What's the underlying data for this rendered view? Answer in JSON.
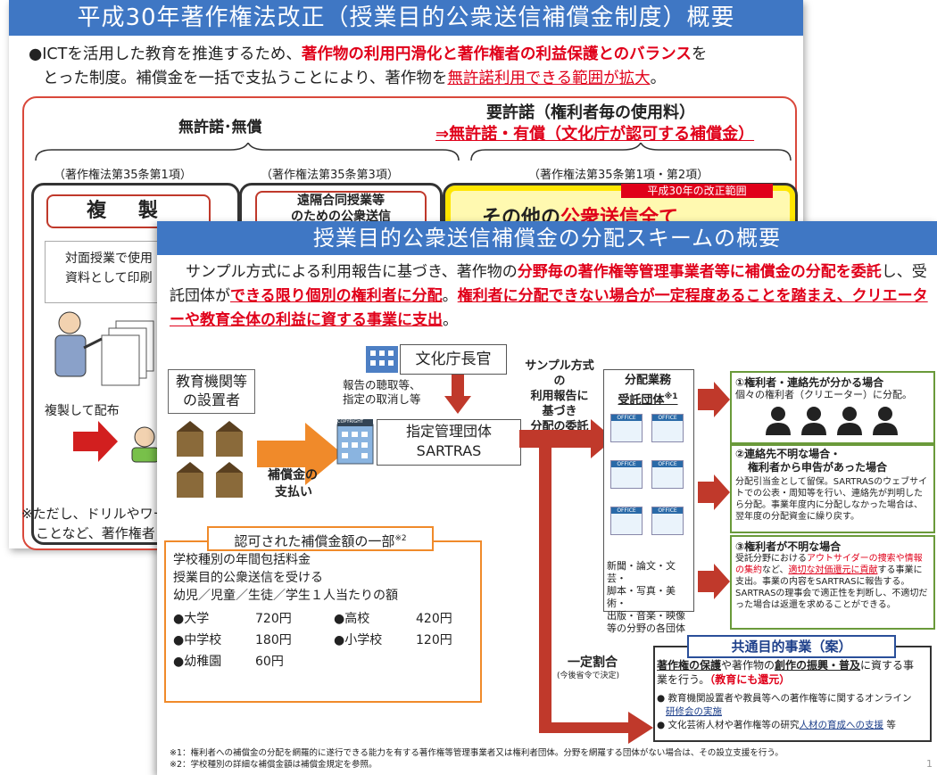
{
  "back": {
    "title": "平成30年著作権法改正（授業目的公衆送信補償金制度）概要",
    "intro_a": "●ICTを活用した教育を推進するため、",
    "intro_b": "著作物の利用円滑化と著作権者の利益保護とのバランス",
    "intro_c": "を",
    "intro_d": "とった制度。補償金を一括で支払うことにより、著作物を",
    "intro_e": "無許諾利用できる範囲が拡大",
    "intro_f": "。",
    "left_heading": "無許諾･無償",
    "right_heading": "要許諾（権利者毎の使用料）",
    "right_sub": "⇒無許諾・有償（文化庁が認可する補償金）",
    "ref1": "（著作権法第35条第1項）",
    "ref2": "（著作権法第35条第3項）",
    "ref3": "（著作権法第35条第1項・第2項）",
    "reform_label": "平成30年の改正範囲",
    "box1": "複 製",
    "box2a": "遠隔合同授業等",
    "box2b": "のための公衆送信",
    "box3a": "その他の",
    "box3b": "公衆送信全て",
    "usage_a": "対面授業で使用",
    "usage_b": "資料として印刷",
    "distribute": "複製して配布",
    "note_a": "※ただし、ドリルやワー",
    "note_b": "ことなど、著作権者"
  },
  "front": {
    "title": "授業目的公衆送信補償金の分配スキームの概要",
    "intro_1": "サンプル方式による利用報告に基づき、著作物の",
    "intro_2": "分野毎の著作権等管理事業者等に補償金の分配を委託",
    "intro_3": "し、受託団体が",
    "intro_4": "できる限り個別の権利者に分配",
    "intro_5": "。",
    "intro_6": "権利者に分配できない場合が一定程度あることを踏まえ、クリエーターや教育全体の利益に資する事業に支出",
    "intro_7": "。",
    "agency": "文化庁長官",
    "agency_note_a": "報告の聴取等、",
    "agency_note_b": "指定の取消し等",
    "institution_a": "教育機関等",
    "institution_b": "の設置者",
    "payment_a": "補償金の",
    "payment_b": "支払い",
    "designated_a": "指定管理団体",
    "designated_b": "SARTRAS",
    "copyright_tag": "COPYRIGHT",
    "sample_a": "サンプル方式の",
    "sample_b": "利用報告に",
    "sample_c": "基づき",
    "sample_d": "分配の委託",
    "dist_title_a": "分配業務",
    "dist_title_b": "受託団体",
    "dist_title_sup": "※1",
    "office_label": "OFFICE",
    "dist_fields": [
      "新聞・論文・文芸・",
      "脚本・写真・美術・",
      "出版・音楽・映像",
      "等の分野の各団体"
    ],
    "case1_title": "①権利者・連絡先が分かる場合",
    "case1_text": "個々の権利者（クリエーター）に分配。",
    "case2_title_a": "②連絡先不明な場合・",
    "case2_title_b": "権利者から申告があった場合",
    "case2_text": "分配引当金として留保。SARTRASのウェブサイトでの公表・周知等を行い、連絡先が判明したら分配。事業年度内に分配しなかった場合は、翌年度の分配資金に繰り戻す。",
    "case3_title": "③権利者が不明な場合",
    "case3_text_a": "受託分野における",
    "case3_text_b": "アウトサイダーの捜索や情報の集約",
    "case3_text_c": "など、",
    "case3_text_d": "適切な対価還元に貢献",
    "case3_text_e": "する事業に支出。事業の内容をSARTRASに報告する。SARTRASの理事会で適正性を判断し、不適切だった場合は返還を求めることができる。",
    "fixed_a": "一定割合",
    "fixed_b": "(今後省令で決定)",
    "common_title": "共通目的事業（案）",
    "common_1": "著作権の保護",
    "common_2": "や著作物の",
    "common_3": "創作の振興・普及",
    "common_4": "に資する事業を行う。",
    "common_5": "（教育にも還元）",
    "common_b1a": "● 教育機関設置者や教員等への著作権等に関するオンライン",
    "common_b1b": "研修会の実施",
    "common_b2a": "● 文化芸術人材や著作権等の研究",
    "common_b2b": "人材の育成への支援",
    "common_b2c": "等",
    "fee_title": "認可された補償金額の一部",
    "fee_sup": "※2",
    "fee_line1": "学校種別の年間包括料金",
    "fee_line2": "授業目的公衆送信を受ける",
    "fee_line3": "幼児／児童／生徒／学生１人当たりの額",
    "fees": [
      {
        "label": "●大学",
        "value": "720円"
      },
      {
        "label": "●高校",
        "value": "420円"
      },
      {
        "label": "●中学校",
        "value": "180円"
      },
      {
        "label": "●小学校",
        "value": "120円"
      },
      {
        "label": "●幼稚園",
        "value": "60円"
      }
    ],
    "footnote1": "※1：権利者への補償金の分配を網羅的に遂行できる能力を有する著作権等管理事業者又は権利者団体。分野を網羅する団体がない場合は、その設立支援を行う。",
    "footnote2": "※2：学校種別の詳細な補償金額は補償金規定を参照。",
    "page_num": "1"
  },
  "colors": {
    "header_blue": "#3f77c4",
    "accent_red": "#e0001a",
    "arrow_red": "#c0392b",
    "orange": "#f08a2a",
    "green": "#6a9a3a"
  }
}
